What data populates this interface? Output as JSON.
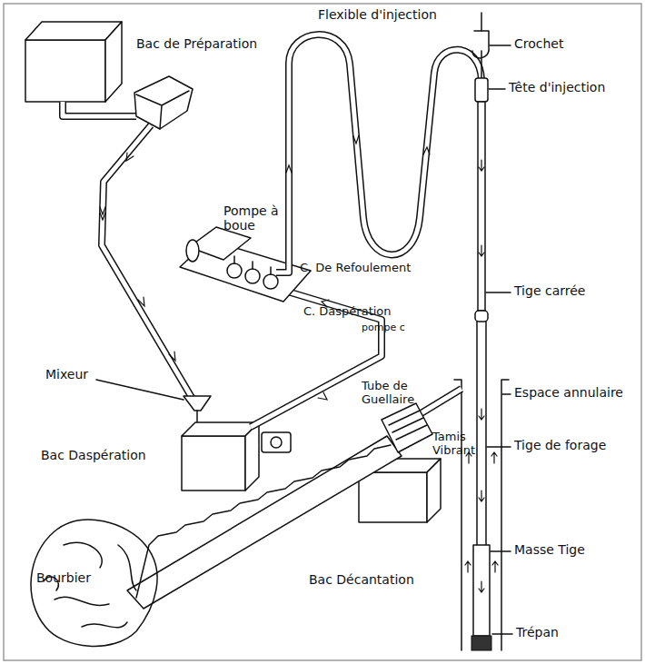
{
  "diagram": {
    "labels": [
      "Bac de Préparation",
      "Flexible d'injection",
      "Crochet",
      "Tête d'injection",
      "Pompe à boue",
      "C. De Refoulement",
      "C. Daspération",
      "pompe c",
      "Tige carrée",
      "Mixeur",
      "Espace annulaire",
      "Bac Daspération",
      "Tube de Guellaire",
      "Tige de forage",
      "Tamis Vibrant",
      "Bourbier",
      "Masse Tige",
      "Bac Décantation",
      "Trépan"
    ]
  }
}
